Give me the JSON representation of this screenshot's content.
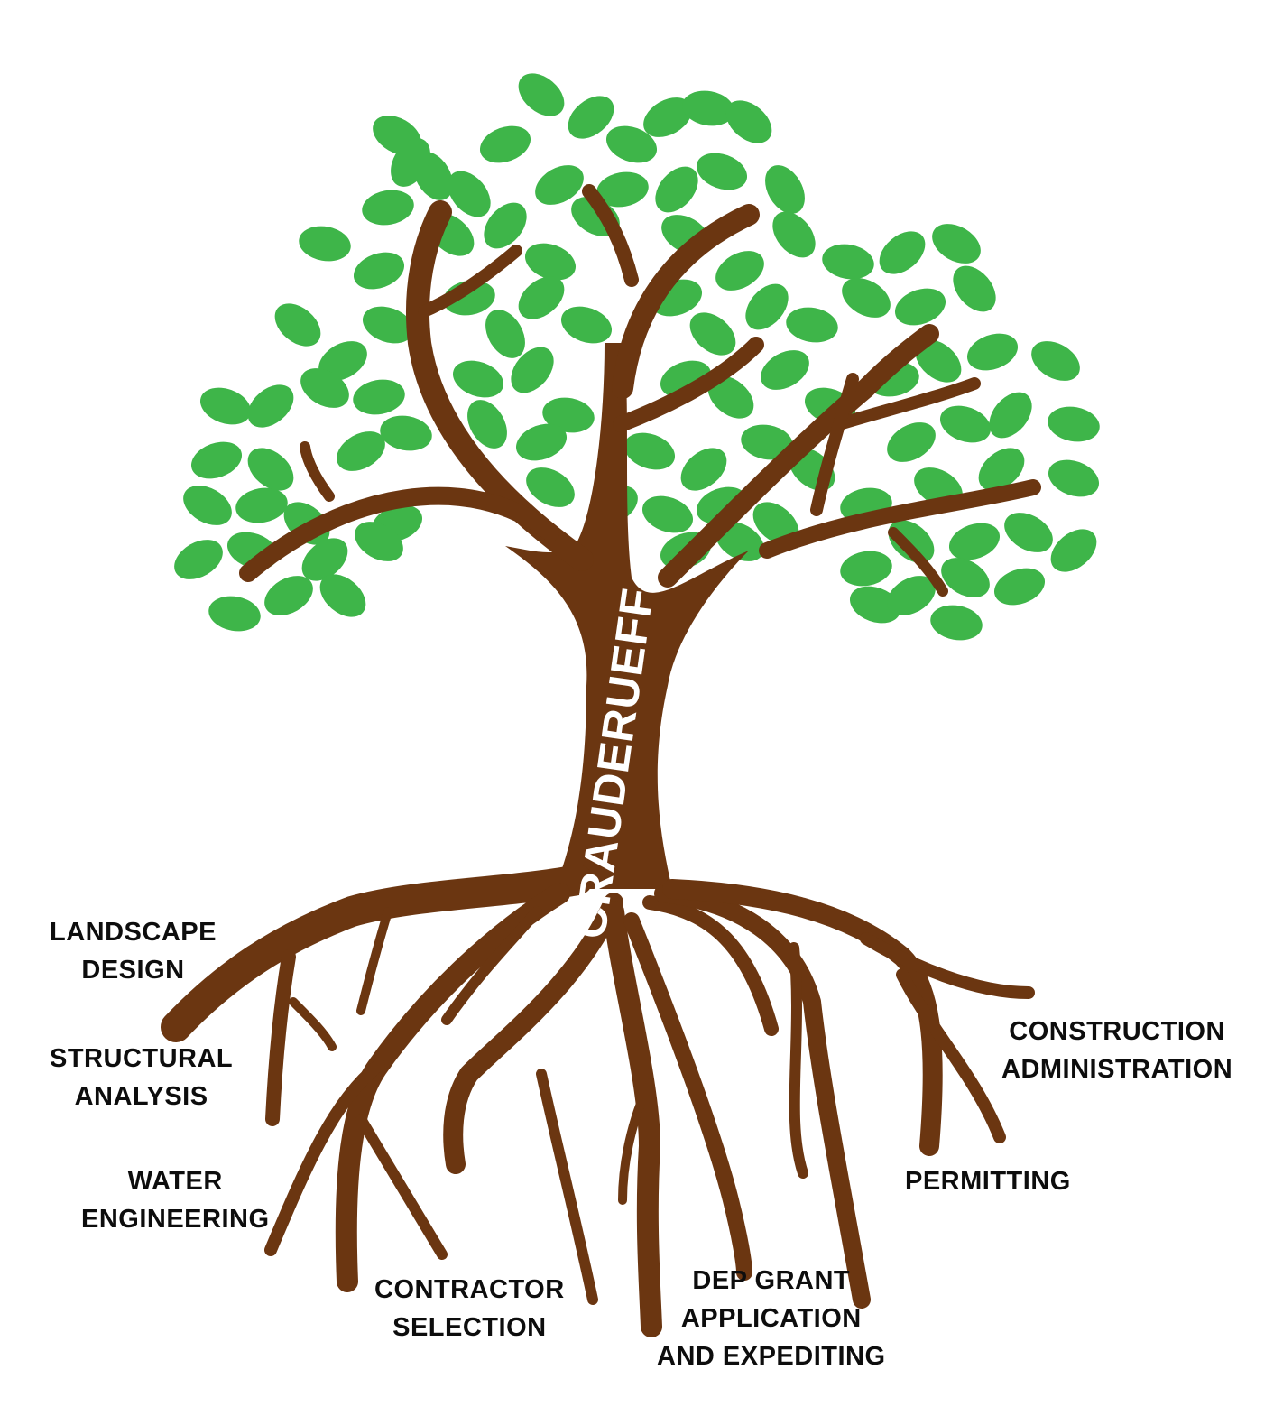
{
  "trunk_label": "CRAUDERUEFF",
  "colors": {
    "leaf": "#3eb549",
    "wood": "#6b3611",
    "label": "#0d0d0d",
    "trunk_text": "#ffffff"
  },
  "roots": [
    {
      "id": "landscape-design",
      "lines": [
        "LANDSCAPE",
        "DESIGN"
      ]
    },
    {
      "id": "structural-analysis",
      "lines": [
        "STRUCTURAL",
        "ANALYSIS"
      ]
    },
    {
      "id": "water-engineering",
      "lines": [
        "WATER",
        "ENGINEERING"
      ]
    },
    {
      "id": "contractor-selection",
      "lines": [
        "CONTRACTOR",
        "SELECTION"
      ]
    },
    {
      "id": "dep-grant",
      "lines": [
        "DEP GRANT",
        "APPLICATION",
        "AND EXPEDITING"
      ]
    },
    {
      "id": "permitting",
      "lines": [
        "PERMITTING"
      ]
    },
    {
      "id": "construction-administration",
      "lines": [
        "CONSTRUCTION",
        "ADMINISTRATION"
      ]
    }
  ]
}
